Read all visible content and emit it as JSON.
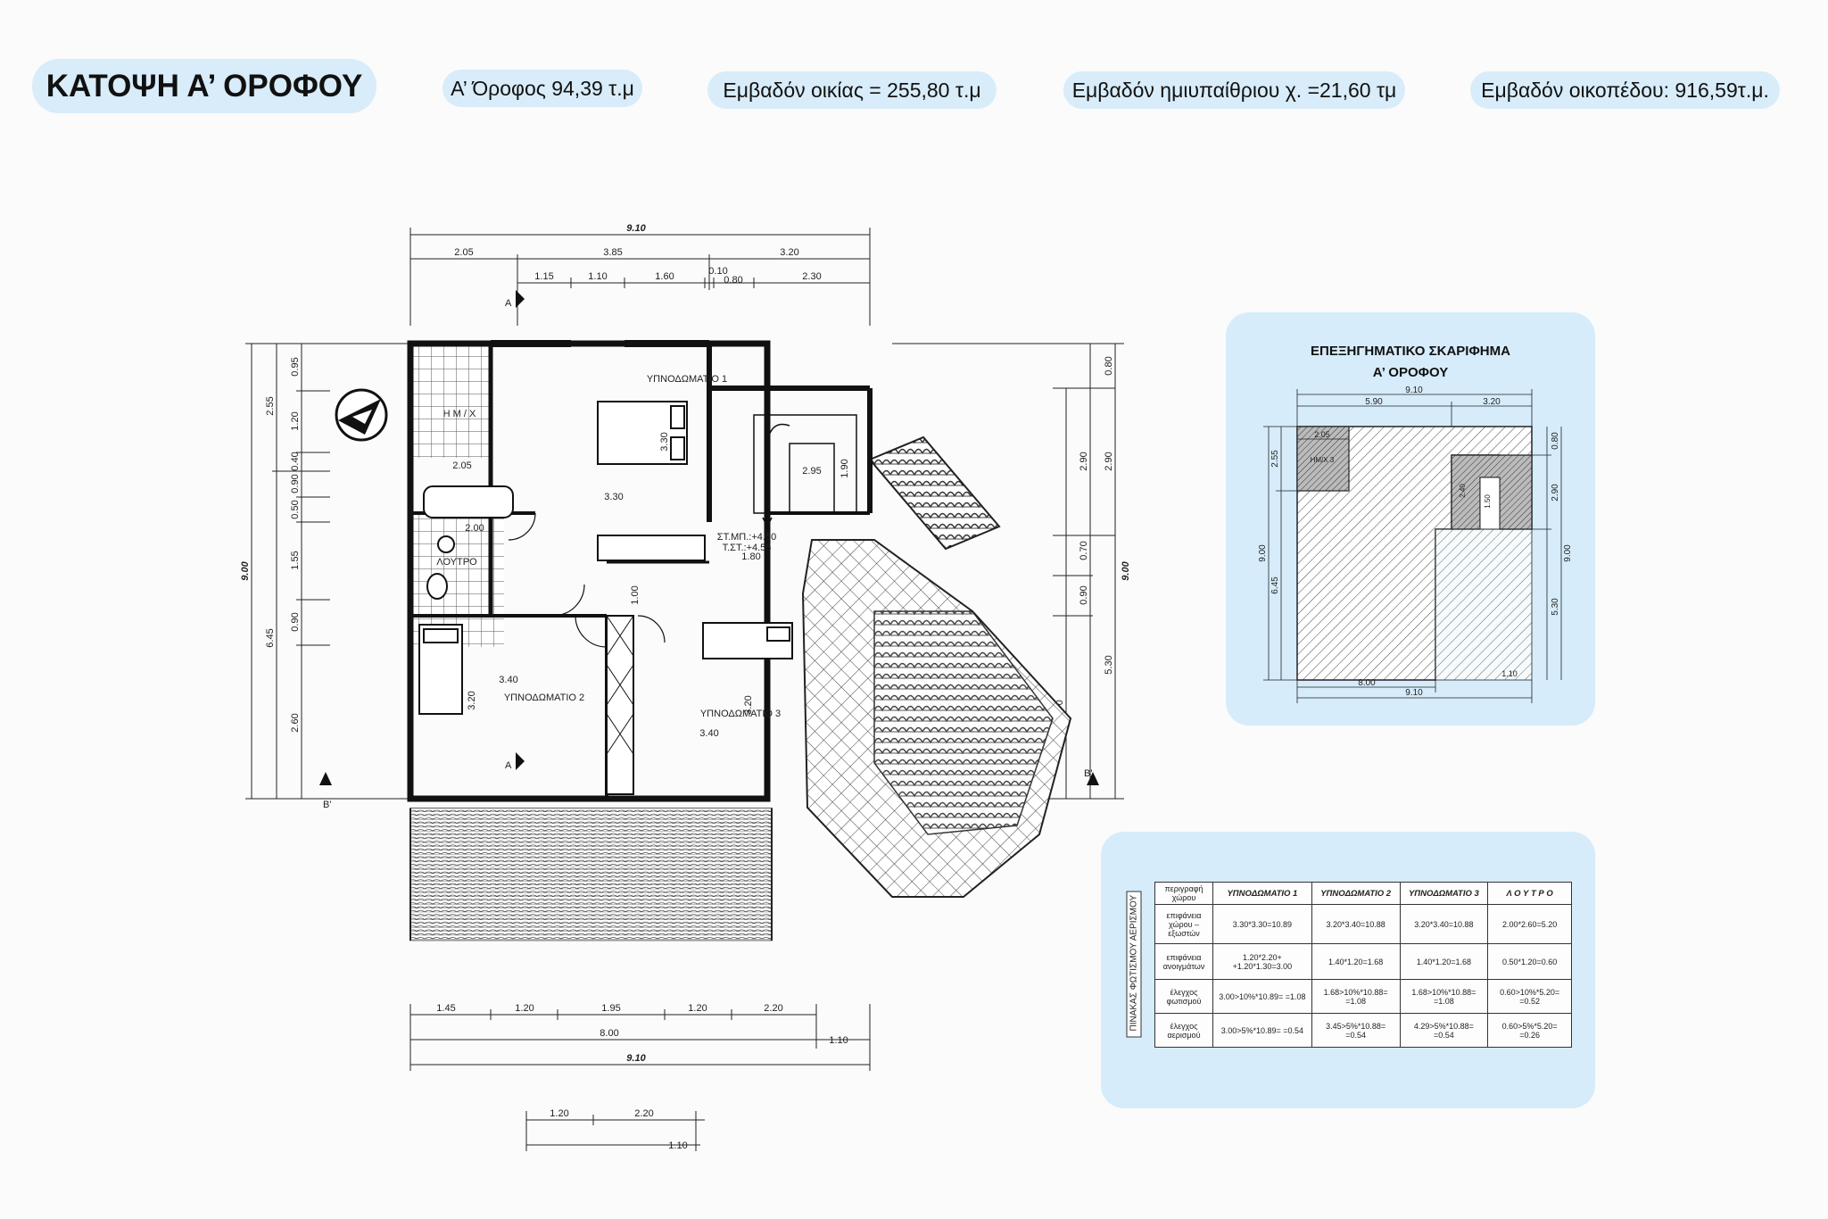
{
  "header": {
    "title": "ΚΑΤΟΨΗ Α’ ΟΡΟΦΟΥ",
    "floor_area": "Α’ Όροφος 94,39 τ.μ",
    "house_area": "Εμβαδόν οικίας = 255,80  τ.μ",
    "semi_open_area": "Εμβαδόν ημιυπαίθριου χ. =21,60 τμ",
    "plot_area": "Εμβαδόν οικοπέδου: 916,59τ.μ."
  },
  "plan": {
    "rooms": {
      "bedroom1": "ΥΠΝΟΔΩΜΑΤΙΟ 1",
      "bedroom2": "ΥΠΝΟΔΩΜΑΤΙΟ 2",
      "bedroom3": "ΥΠΝΟΔΩΜΑΤΙΟ 3",
      "bathroom": "ΛΟΥΤΡΟ",
      "wc": "Η Μ / Χ"
    },
    "levels": {
      "floor": "ΣΤ.ΜΠ.:+4.50",
      "finished": "Τ.ΣΤ.:+4.55"
    },
    "section_marks": {
      "a": "A",
      "b": "B'"
    },
    "dims_top": {
      "total": "9.10",
      "row2": [
        "2.05",
        "3.85",
        "3.20"
      ],
      "row3": [
        "1.15",
        "1.10",
        "1.60",
        "0.10",
        "0.80",
        "2.30"
      ]
    },
    "dims_left": {
      "total": "9.00",
      "row2": [
        "2.55",
        "6.45"
      ],
      "row3": [
        "0.95",
        "1.20",
        "0.40",
        "0.90",
        "0.50",
        "1.55",
        "0.90",
        "2.60"
      ]
    },
    "dims_right": {
      "total": "9.00",
      "row2": [
        "0.80",
        "2.90",
        "5.30"
      ],
      "row3": [
        "2.90",
        "0.70",
        "0.90",
        "3.70"
      ]
    },
    "dims_bottom": {
      "row1": [
        "1.45",
        "1.20",
        "1.95",
        "1.20",
        "2.20"
      ],
      "row2": [
        "8.00",
        "1.10"
      ],
      "total": "9.10",
      "extra": [
        "1.20",
        "2.20",
        "1.10"
      ]
    },
    "inner_dims": [
      "2.05",
      "3.30",
      "3.40",
      "3.40",
      "3.30",
      "3.20",
      "3.20",
      "2.95",
      "2.00",
      "1.80",
      "1.00",
      "1.90"
    ]
  },
  "sketch": {
    "title_line1": "ΕΠΕΞΗΓΗΜΑΤΙΚΟ ΣΚΑΡΙΦΗΜΑ",
    "title_line2": "Α’ ΟΡΟΦΟΥ",
    "dims": {
      "top_total": "9.10",
      "top_left": "5.90",
      "top_right": "3.20",
      "left_total": "9.00",
      "left_top": "2.55",
      "left_bottom": "6.45",
      "right_total": "9.00",
      "right_a": "0.80",
      "right_b": "2.90",
      "right_c": "5.30",
      "bottom_a": "8.00",
      "bottom_total": "9.10",
      "bottom_small": "1.10",
      "inner_a": "2.05",
      "inner_b": "2.40",
      "inner_c": "1.50",
      "wc": "HM/X 3"
    }
  },
  "table": {
    "side_label": "ΠΙΝΑΚΑΣ ΦΩΤΙΣΜΟΥ ΑΕΡΙΣΜΟΥ",
    "headers": [
      "περιγραφή χώρου",
      "ΥΠΝΟΔΩΜΑΤΙΟ 1",
      "ΥΠΝΟΔΩΜΑΤΙΟ 2",
      "ΥΠΝΟΔΩΜΑΤΙΟ 3",
      "Λ Ο Υ Τ Ρ Ο"
    ],
    "rows": [
      [
        "επιφάνεια χώρου – εξωστών",
        "3.30*3.30=10.89",
        "3.20*3.40=10.88",
        "3.20*3.40=10.88",
        "2.00*2.60=5.20"
      ],
      [
        "επιφάνεια ανοιγμάτων",
        "1.20*2.20+ +1.20*1.30=3.00",
        "1.40*1.20=1.68",
        "1.40*1.20=1.68",
        "0.50*1.20=0.60"
      ],
      [
        "έλεγχος φωτισμού",
        "3.00>10%*10.89= =1.08",
        "1.68>10%*10.88= =1.08",
        "1.68>10%*10.88= =1.08",
        "0.60>10%*5.20= =0.52"
      ],
      [
        "έλεγχος αερισμού",
        "3.00>5%*10.89= =0.54",
        "3.45>5%*10.88= =0.54",
        "4.29>5%*10.88= =0.54",
        "0.60>5%*5.20= =0.26"
      ]
    ]
  }
}
